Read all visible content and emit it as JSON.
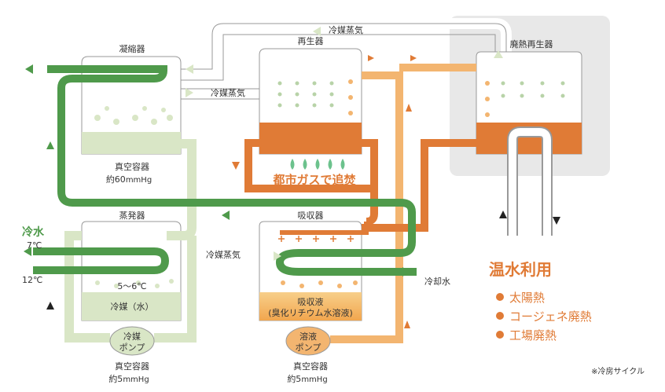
{
  "labels": {
    "condenser": "凝縮器",
    "regenerator": "再生器",
    "waste_regenerator": "廃熱再生器",
    "evaporator": "蒸発器",
    "absorber": "吸収器",
    "refrigerant_vapor_top": "冷媒蒸気",
    "refrigerant_vapor_mid": "冷媒蒸気",
    "refrigerant_vapor_low": "冷媒蒸気",
    "vacuum_top": "真空容器",
    "vacuum_top_pressure": "約60",
    "vacuum_top_unit": "mmHg",
    "city_gas": "都市ガスで追焚",
    "cold_water": "冷水",
    "temp_7": "7℃",
    "temp_12": "12℃",
    "evap_temp": "5～6℃",
    "refrigerant_water": "冷媒（水）",
    "absorbent_line1": "吸収液",
    "absorbent_line2": "(臭化リチウム水溶液)",
    "coolant_water": "冷却水",
    "refrigerant_pump_1": "冷媒",
    "refrigerant_pump_2": "ポンプ",
    "solution_pump_1": "溶液",
    "solution_pump_2": "ポンプ",
    "vacuum_bl": "真空容器",
    "vacuum_bl_pressure": "約5",
    "vacuum_bl_unit": "mmHg",
    "vacuum_bc": "真空容器",
    "vacuum_bc_pressure": "約5",
    "vacuum_bc_unit": "mmHg",
    "hot_water_title": "温水利用",
    "hot_water_items": [
      "太陽熱",
      "コージェネ廃熱",
      "工場廃熱"
    ],
    "note": "※冷房サイクル"
  },
  "colors": {
    "green_dark": "#4f9a4b",
    "green_light": "#d9e6c6",
    "orange": "#e07b36",
    "orange_light": "#f3b570",
    "grey_panel": "#e8e8e8"
  },
  "icons": [
    "flame-icon",
    "arrow-icon",
    "droplet-icon"
  ]
}
